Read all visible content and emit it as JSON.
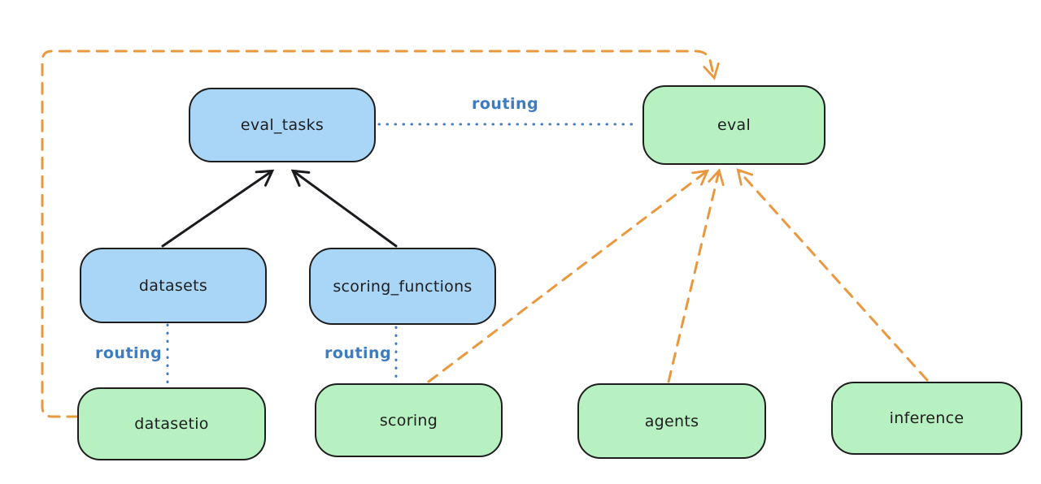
{
  "diagram": {
    "nodes": {
      "eval_tasks": {
        "label": "eval_tasks",
        "fill": "#a9d5f7"
      },
      "eval": {
        "label": "eval",
        "fill": "#b7f0c1"
      },
      "datasets": {
        "label": "datasets",
        "fill": "#a9d5f7"
      },
      "scoring_functions": {
        "label": "scoring_functions",
        "fill": "#a9d5f7"
      },
      "datasetio": {
        "label": "datasetio",
        "fill": "#b7f0c1"
      },
      "scoring": {
        "label": "scoring",
        "fill": "#b7f0c1"
      },
      "agents": {
        "label": "agents",
        "fill": "#b7f0c1"
      },
      "inference": {
        "label": "inference",
        "fill": "#b7f0c1"
      }
    },
    "edges": [
      {
        "from": "datasets",
        "to": "eval_tasks",
        "style": "solid-black-arrow"
      },
      {
        "from": "scoring_functions",
        "to": "eval_tasks",
        "style": "solid-black-arrow"
      },
      {
        "from": "eval_tasks",
        "to": "eval",
        "style": "dotted-blue",
        "label": "routing"
      },
      {
        "from": "datasets",
        "to": "datasetio",
        "style": "dotted-blue",
        "label": "routing"
      },
      {
        "from": "scoring_functions",
        "to": "scoring",
        "style": "dotted-blue",
        "label": "routing"
      },
      {
        "from": "datasetio",
        "to": "eval",
        "style": "dashed-orange-arrow"
      },
      {
        "from": "scoring",
        "to": "eval",
        "style": "dashed-orange-arrow"
      },
      {
        "from": "agents",
        "to": "eval",
        "style": "dashed-orange-arrow"
      },
      {
        "from": "inference",
        "to": "eval",
        "style": "dashed-orange-arrow"
      }
    ],
    "colors": {
      "node_stroke": "#1e1e1e",
      "blue_fill": "#a9d5f7",
      "green_fill": "#b7f0c1",
      "routing_blue": "#3d7bc2",
      "dashed_orange": "#ea983e",
      "solid_black": "#1b1b1f",
      "background": "#ffffff"
    }
  }
}
